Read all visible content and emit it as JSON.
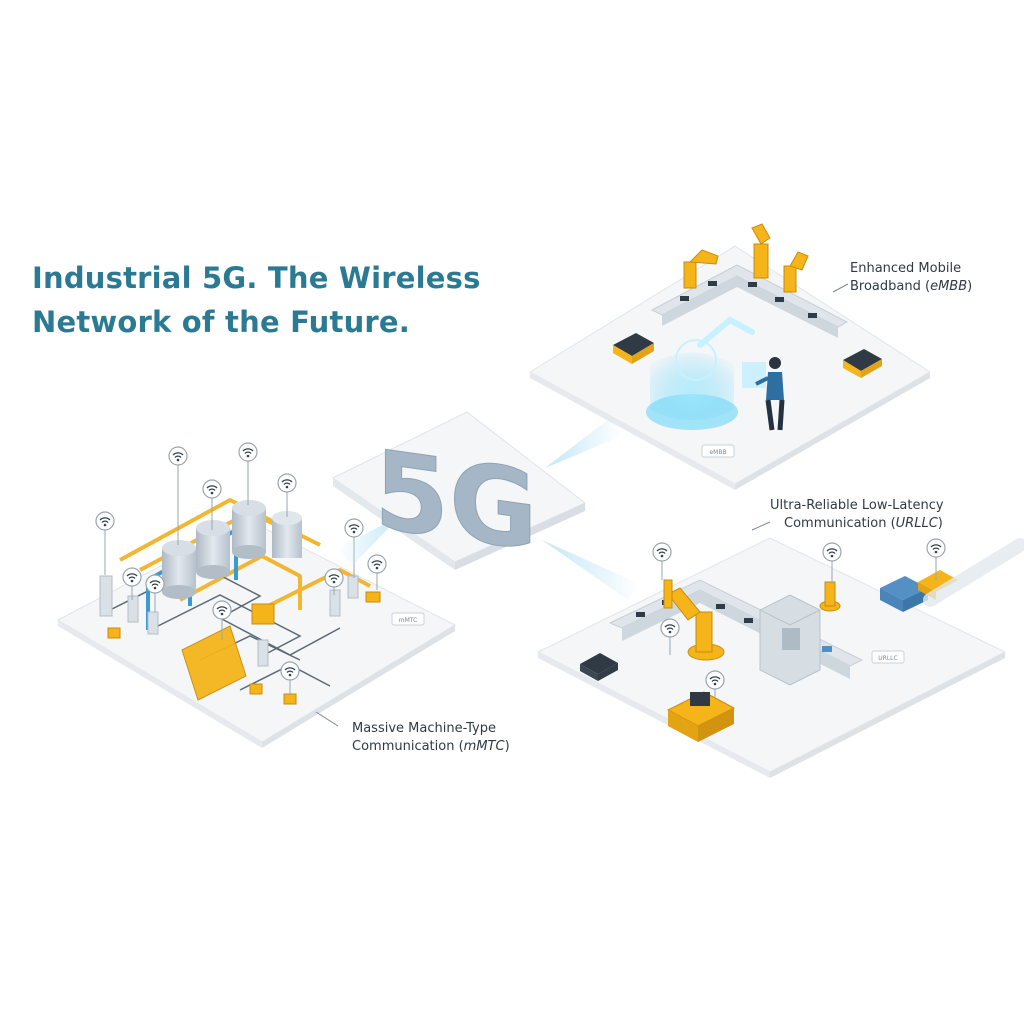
{
  "headline": {
    "line1": "Industrial 5G. The Wireless",
    "line2": "Network of the Future."
  },
  "hub": {
    "label": "5G"
  },
  "callouts": {
    "embb": {
      "line1": "Enhanced Mobile",
      "line2_plain": "Broadband (",
      "line2_abbr": "eMBB",
      "line2_end": ")"
    },
    "urllc": {
      "line1": "Ultra-Reliable Low-Latency",
      "line2_plain": "Communication (",
      "line2_abbr": "URLLC",
      "line2_end": ")"
    },
    "mmtc": {
      "line1": "Massive Machine-Type",
      "line2_plain": "Communication (",
      "line2_abbr": "mMTC",
      "line2_end": ")"
    }
  },
  "platform_tags": {
    "embb": "eMBB",
    "urllc": "URLLC",
    "mmtc": "mMTC"
  },
  "colors": {
    "headline": "#2b7a94",
    "accent_yellow": "#f4b41a",
    "tank_grey": "#c9d3dc",
    "platform": "#f4f6f8",
    "beam": "#9fd6ee",
    "hologram": "#5fd1f5"
  },
  "icons": [
    "wifi-icon",
    "robot-arm-icon",
    "person-icon",
    "tank-icon",
    "agv-icon",
    "pallet-icon"
  ]
}
